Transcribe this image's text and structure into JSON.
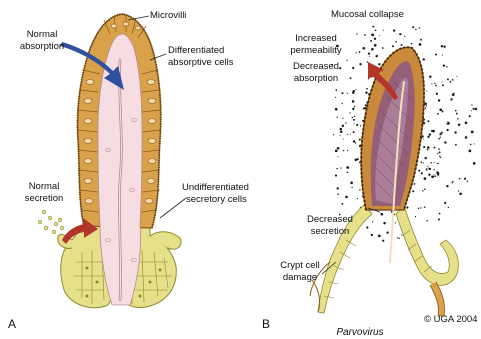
{
  "panel_a": {
    "letter": "A",
    "labels": {
      "microvilli": "Microvilli",
      "normal_absorption": [
        "Normal",
        "absorption"
      ],
      "differentiated": [
        "Differentiated",
        "absorptive cells"
      ],
      "normal_secretion": [
        "Normal",
        "secretion"
      ],
      "undifferentiated": [
        "Undifferentiated",
        "secretory cells"
      ]
    }
  },
  "panel_b": {
    "letter": "B",
    "caption": "Parvovirus",
    "copyright": "© UGA 2004",
    "labels": {
      "mucosal_collapse": "Mucosal collapse",
      "increased_permeability": [
        "Increased",
        "permeability"
      ],
      "decreased_absorption": [
        "Decreased",
        "absorption"
      ],
      "decreased_secretion": [
        "Decreased",
        "secretion"
      ],
      "crypt_damage": [
        "Crypt cell",
        "damage"
      ]
    }
  },
  "colors": {
    "absorptive_cell": "#d9a14a",
    "absorptive_cell_dark": "#a8701f",
    "lamina_propria": "#f6dde2",
    "crypt_cell": "#e6e08a",
    "absorption_arrow": "#2f4fa0",
    "secretion_arrow": "#b3352a",
    "damaged_core": "#8f5a7e"
  }
}
